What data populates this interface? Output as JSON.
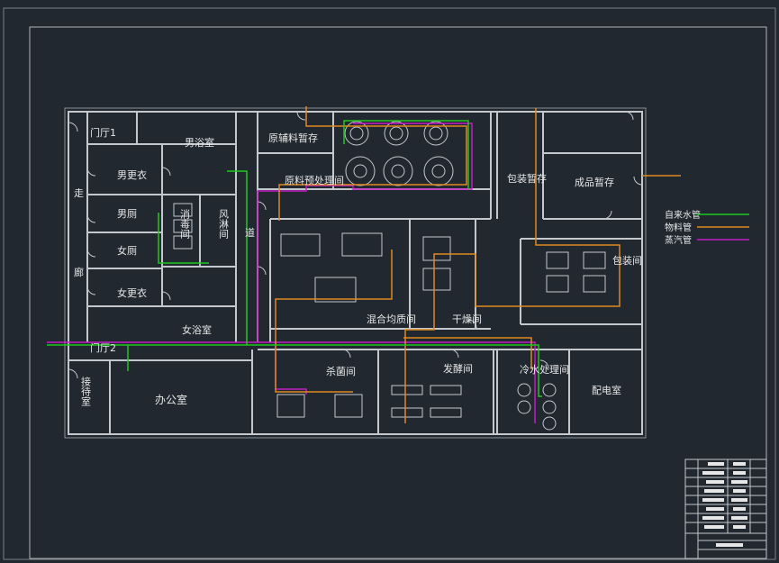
{
  "rooms": {
    "lobby1": "门厅1",
    "lobby2": "门厅2",
    "male_bath": "男浴室",
    "male_changing": "男更衣",
    "male_toilet": "男厕",
    "female_toilet": "女厕",
    "female_changing": "女更衣",
    "female_bath": "女浴室",
    "disinfection": "消毒间",
    "air_shower": "风淋间",
    "corridor_a": "走",
    "corridor_b": "廊",
    "corridor_c": "道",
    "raw_aux_storage": "原辅料暂存",
    "raw_pretreat": "原料预处理间",
    "packing_storage": "包装暂存",
    "product_storage": "成品暂存",
    "packing_room": "包装间",
    "mixing_room": "混合均质间",
    "drying_room": "干燥间",
    "sterilize_room": "杀菌间",
    "fermentation_room": "发酵间",
    "cold_water_room": "冷水处理间",
    "power_room": "配电室",
    "reception": "接待室",
    "office": "办公室"
  },
  "legend": [
    {
      "label": "自来水管",
      "color": "#1ec81e"
    },
    {
      "label": "物料管",
      "color": "#e08a1e"
    },
    {
      "label": "蒸汽管",
      "color": "#c41ec4"
    }
  ],
  "colors": {
    "background": "#212830",
    "wall": "#c4c8cc",
    "water": "#1ec81e",
    "material": "#e08a1e",
    "steam": "#c41ec4"
  }
}
